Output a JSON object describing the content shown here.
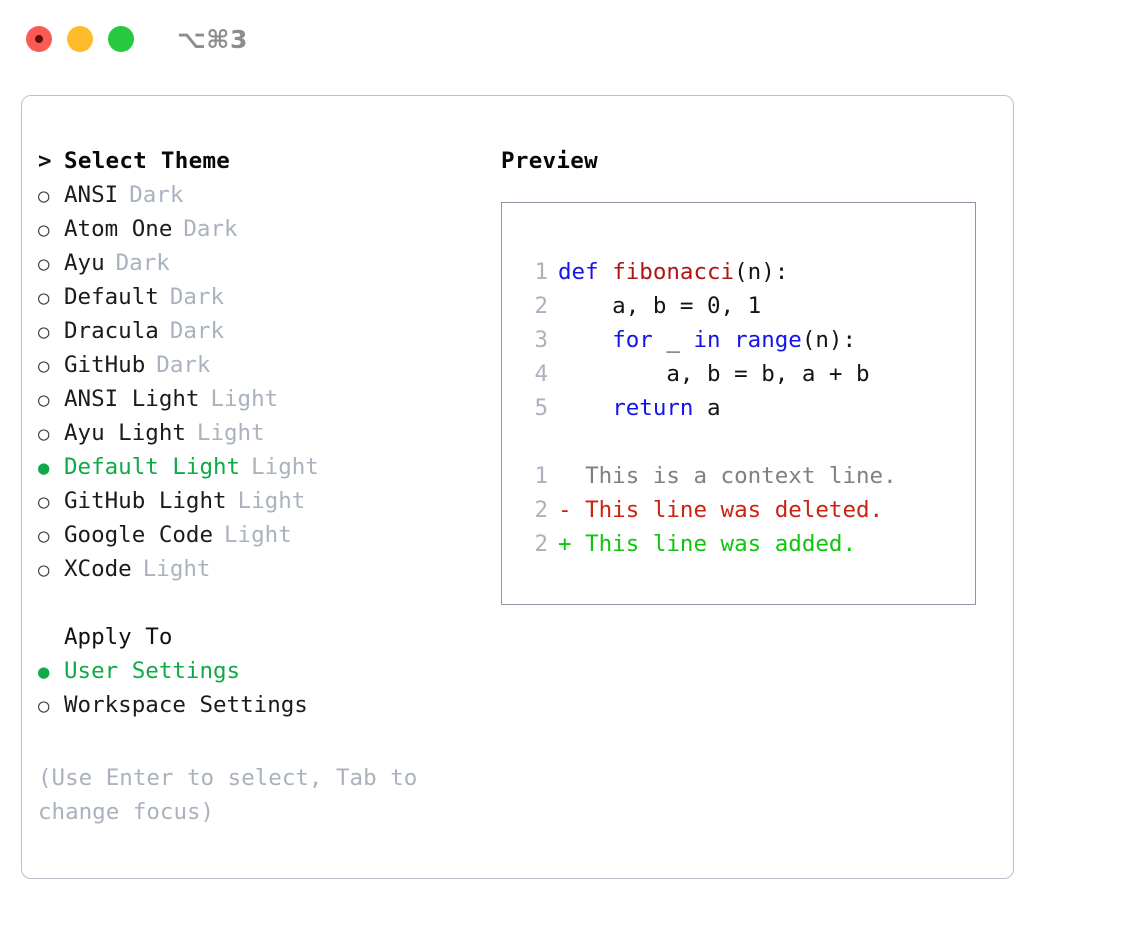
{
  "window": {
    "title": "⌥⌘3",
    "traffic_lights": [
      {
        "name": "close",
        "color": "#fb5b53"
      },
      {
        "name": "minimize",
        "color": "#fcbc2b"
      },
      {
        "name": "zoom",
        "color": "#27c93f"
      }
    ]
  },
  "colors": {
    "accent_green": "#0faa47",
    "muted": "#aab2bf",
    "panel_border": "#b9c1cc",
    "preview_border": "#8d97a8",
    "keyword_blue": "#1414ec",
    "function_red": "#b21414",
    "diff_delete": "#cc2211",
    "diff_add": "#10c410",
    "diff_context": "#808080"
  },
  "theme_list": {
    "header_marker": ">",
    "header": "Select Theme",
    "marker_unselected": "○",
    "marker_selected": "●",
    "items": [
      {
        "name": "ANSI",
        "variant": "Dark",
        "selected": false
      },
      {
        "name": "Atom One",
        "variant": "Dark",
        "selected": false
      },
      {
        "name": "Ayu",
        "variant": "Dark",
        "selected": false
      },
      {
        "name": "Default",
        "variant": "Dark",
        "selected": false
      },
      {
        "name": "Dracula",
        "variant": "Dark",
        "selected": false
      },
      {
        "name": "GitHub",
        "variant": "Dark",
        "selected": false
      },
      {
        "name": "ANSI Light",
        "variant": "Light",
        "selected": false
      },
      {
        "name": "Ayu Light",
        "variant": "Light",
        "selected": false
      },
      {
        "name": "Default Light",
        "variant": "Light",
        "selected": true
      },
      {
        "name": "GitHub Light",
        "variant": "Light",
        "selected": false
      },
      {
        "name": "Google Code",
        "variant": "Light",
        "selected": false
      },
      {
        "name": "XCode",
        "variant": "Light",
        "selected": false
      }
    ]
  },
  "apply_to": {
    "header": "Apply To",
    "marker_unselected": "○",
    "marker_selected": "●",
    "items": [
      {
        "label": "User Settings",
        "selected": true
      },
      {
        "label": "Workspace Settings",
        "selected": false
      }
    ]
  },
  "hint": "(Use Enter to select, Tab to change focus)",
  "preview": {
    "title": "Preview",
    "code_lines": [
      {
        "num": "1",
        "tokens": [
          {
            "t": "def ",
            "k": "kw"
          },
          {
            "t": "fibonacci",
            "k": "fn"
          },
          {
            "t": "(n):",
            "k": "pl"
          }
        ]
      },
      {
        "num": "2",
        "tokens": [
          {
            "t": "    a, b = 0, 1",
            "k": "pl"
          }
        ]
      },
      {
        "num": "3",
        "tokens": [
          {
            "t": "    ",
            "k": "pl"
          },
          {
            "t": "for",
            "k": "kw"
          },
          {
            "t": " _ ",
            "k": "pl"
          },
          {
            "t": "in",
            "k": "kw"
          },
          {
            "t": " ",
            "k": "pl"
          },
          {
            "t": "range",
            "k": "kw"
          },
          {
            "t": "(n):",
            "k": "pl"
          }
        ]
      },
      {
        "num": "4",
        "tokens": [
          {
            "t": "        a, b = b, a + b",
            "k": "pl"
          }
        ]
      },
      {
        "num": "5",
        "tokens": [
          {
            "t": "    ",
            "k": "pl"
          },
          {
            "t": "return",
            "k": "kw"
          },
          {
            "t": " a",
            "k": "pl"
          }
        ]
      }
    ],
    "diff_lines": [
      {
        "num": "1",
        "sign": " ",
        "text": " This is a context line.",
        "kind": "ctx"
      },
      {
        "num": "2",
        "sign": "-",
        "text": " This line was deleted.",
        "kind": "del"
      },
      {
        "num": "2",
        "sign": "+",
        "text": " This line was added.",
        "kind": "add"
      }
    ]
  }
}
